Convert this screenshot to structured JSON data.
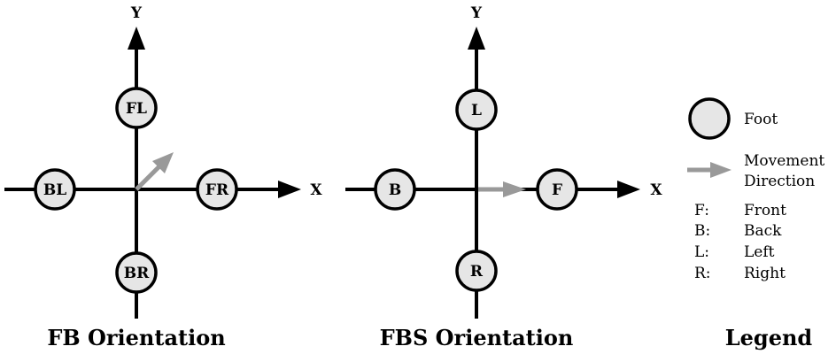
{
  "diagrams": [
    {
      "caption": "FB Orientation",
      "axes": {
        "x": "X",
        "y": "Y"
      },
      "feet": {
        "top": "FL",
        "left": "BL",
        "right": "FR",
        "bottom": "BR"
      },
      "movement": "diagonal"
    },
    {
      "caption": "FBS Orientation",
      "axes": {
        "x": "X",
        "y": "Y"
      },
      "feet": {
        "top": "L",
        "left": "B",
        "right": "F",
        "bottom": "R"
      },
      "movement": "along-x"
    }
  ],
  "legend": {
    "caption": "Legend",
    "foot_label": "Foot",
    "movement_label_line1": "Movement",
    "movement_label_line2": "Direction",
    "abbreviations": [
      {
        "key": "F:",
        "value": "Front"
      },
      {
        "key": "B:",
        "value": "Back"
      },
      {
        "key": "L:",
        "value": "Left"
      },
      {
        "key": "R:",
        "value": "Right"
      }
    ]
  },
  "colors": {
    "foot_fill": "#e6e6e6",
    "arrow": "#999999",
    "line": "#000000"
  }
}
